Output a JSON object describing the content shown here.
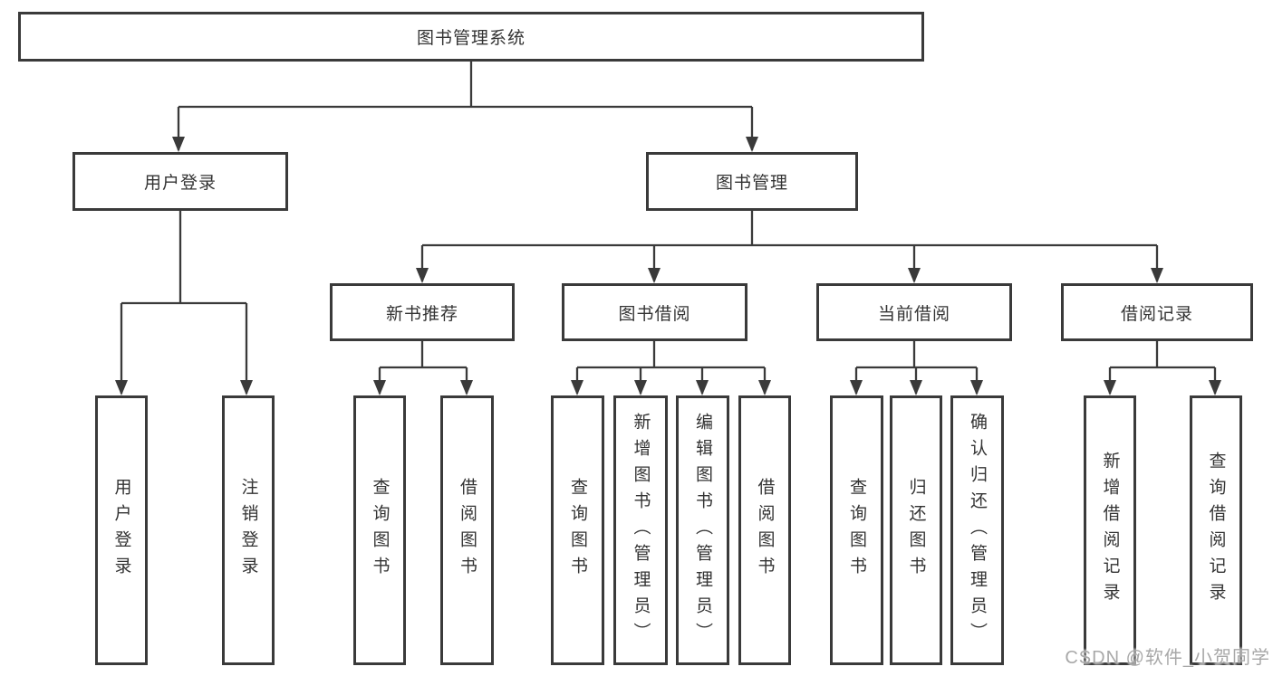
{
  "colors": {
    "border": "#3a3a3a",
    "text": "#333333",
    "watermark": "#a8a8a8",
    "background": "#ffffff"
  },
  "tree": {
    "label": "图书管理系统",
    "children": [
      {
        "label": "用户登录",
        "children": [
          {
            "label": "用户登录"
          },
          {
            "label": "注销登录"
          }
        ]
      },
      {
        "label": "图书管理",
        "children": [
          {
            "label": "新书推荐",
            "children": [
              {
                "label": "查询图书"
              },
              {
                "label": "借阅图书"
              }
            ]
          },
          {
            "label": "图书借阅",
            "children": [
              {
                "label": "查询图书"
              },
              {
                "label": "新增图书（管理员）"
              },
              {
                "label": "编辑图书（管理员）"
              },
              {
                "label": "借阅图书"
              }
            ]
          },
          {
            "label": "当前借阅",
            "children": [
              {
                "label": "查询图书"
              },
              {
                "label": "归还图书"
              },
              {
                "label": "确认归还（管理员）"
              }
            ]
          },
          {
            "label": "借阅记录",
            "children": [
              {
                "label": "新增借阅记录"
              },
              {
                "label": "查询借阅记录"
              }
            ]
          }
        ]
      }
    ]
  },
  "watermark": {
    "text": "CSDN @软件_小贺同学"
  }
}
